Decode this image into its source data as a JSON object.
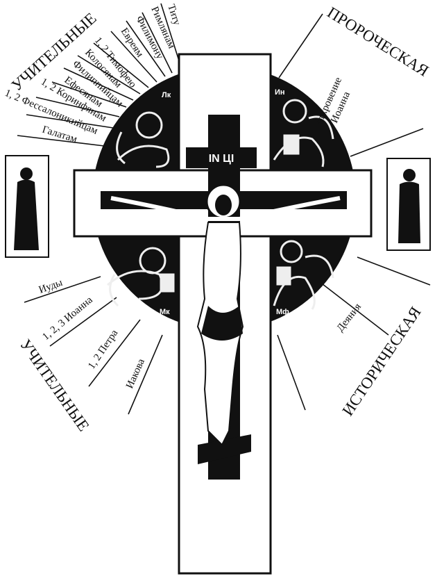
{
  "title_plate": "IN ЦI",
  "evangelists": {
    "luke": "Лк",
    "john": "Ин",
    "mark": "Мк",
    "matthew": "Мф"
  },
  "sections": {
    "teaching_top": "УЧИТЕЛЬНЫЕ",
    "prophetic": "ПРОРОЧЕСКАЯ",
    "historical": "ИСТОРИЧЕСКАЯ",
    "teaching_bottom": "УЧИТЕЛЬНЫЕ"
  },
  "pauline_epistles": [
    "Титу",
    "Римлянам",
    "Филимону",
    "Евреям",
    "1, 2 Тимофею",
    "Колосянам",
    "Филиппийцам",
    "Ефесянам",
    "1, 2 Коринфянам",
    "1, 2 Фессалоникийцам",
    "Галатам"
  ],
  "prophetic_books": [
    "откровение",
    "Иоанна"
  ],
  "historical_books": [
    "Деяния"
  ],
  "general_epistles": [
    "Иуды",
    "1, 2, 3 Иоанна",
    "1, 2 Петра",
    "Иакова"
  ]
}
